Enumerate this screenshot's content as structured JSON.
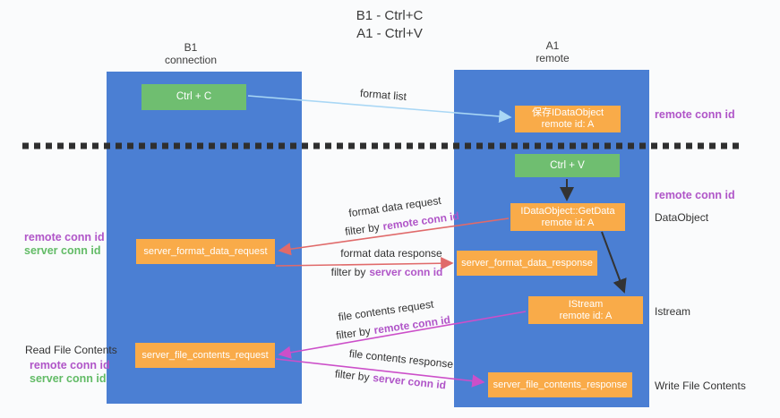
{
  "title": {
    "line1": "B1 - Ctrl+C",
    "line2": "A1 - Ctrl+V"
  },
  "columns": {
    "left": {
      "header_line1": "B1",
      "header_line2": "connection"
    },
    "right": {
      "header_line1": "A1",
      "header_line2": "remote"
    }
  },
  "nodes": {
    "ctrl_c": "Ctrl + C",
    "ctrl_v": "Ctrl + V",
    "save_idataobject": {
      "line1": "保存IDataObject",
      "line2": "remote id: A"
    },
    "getdata": {
      "line1": "IDataObject::GetData",
      "line2": "remote id: A"
    },
    "istream": {
      "line1": "IStream",
      "line2": "remote id: A"
    },
    "server_format_data_request": "server_format_data_request",
    "server_format_data_response": "server_format_data_response",
    "server_file_contents_request": "server_file_contents_request",
    "server_file_contents_response": "server_file_contents_response"
  },
  "arrow_labels": {
    "format_list": "format list",
    "format_data_request": "format data request",
    "format_data_response": "format data response",
    "file_contents_request": "file contents request",
    "file_contents_response": "file contents response",
    "filter_by": "filter by",
    "remote_conn_id": "remote conn id",
    "server_conn_id": "server conn id"
  },
  "side_labels": {
    "remote_conn_id": "remote conn id",
    "server_conn_id": "server conn id",
    "dataobject": "DataObject",
    "istream": "Istream",
    "read_file_contents": "Read File Contents",
    "write_file_contents": "Write File Contents"
  },
  "colors": {
    "bg": "#fafbfc",
    "blue": "#4b7fd3",
    "green-box": "#6fbe70",
    "orange-box": "#f9ab49",
    "purple": "#b055c8",
    "green-text": "#62bb66",
    "red": "#e06a6a",
    "magenta": "#cc4fc9",
    "lightblue": "#a9d7f5",
    "ink": "#333333",
    "ink-dark": "#3c3c3c",
    "dash": "#2f2f2f"
  }
}
